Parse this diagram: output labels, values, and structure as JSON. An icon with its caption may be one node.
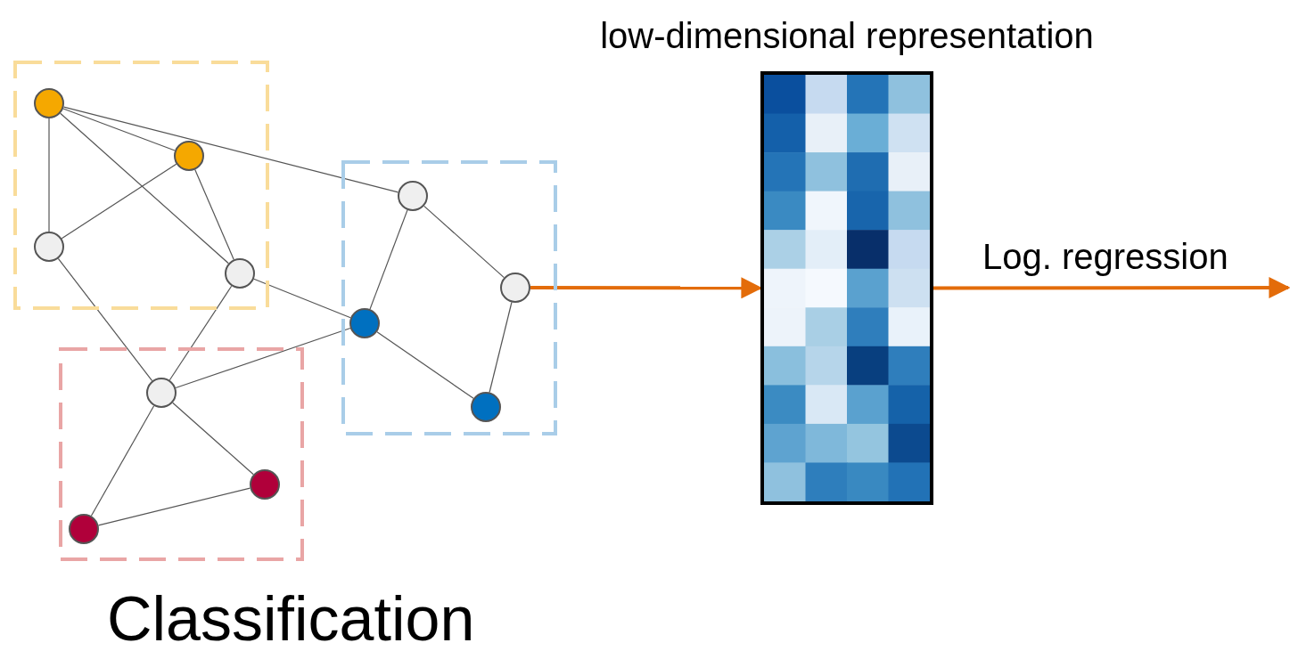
{
  "diagram": {
    "caption": "Classification",
    "nodes": [
      {
        "text": [],
        "shape": "box"
      },
      {
        "text": [],
        "shape": "circle",
        "in": 0
      },
      {
        "text": [],
        "shape": "circle",
        "in": 0
      },
      {
        "text": [],
        "shape": "circle",
        "in": 0
      },
      {
        "text": [],
        "shape": "circle",
        "in": 0
      },
      {
        "text": [],
        "shape": "box"
      },
      {
        "text": [],
        "shape": "circle",
        "in": 5
      },
      {
        "text": [],
        "shape": "circle",
        "in": 5
      },
      {
        "text": [],
        "shape": "circle",
        "in": 5
      },
      {
        "text": [],
        "shape": "circle",
        "in": 5
      },
      {
        "text": [],
        "shape": "box"
      },
      {
        "text": [],
        "shape": "circle",
        "in": 10
      },
      {
        "text": [],
        "shape": "circle",
        "in": 10
      },
      {
        "text": [],
        "shape": "circle",
        "in": 10
      },
      {
        "text": [
          "low-dimensional representation"
        ]
      }
    ],
    "edges": [
      {
        "from": 1,
        "to": 2,
        "arrow": "none"
      },
      {
        "from": 1,
        "to": 6,
        "arrow": "none"
      },
      {
        "from": 1,
        "to": 3,
        "arrow": "none"
      },
      {
        "from": 1,
        "to": 4,
        "arrow": "none"
      },
      {
        "from": 2,
        "to": 3,
        "arrow": "none"
      },
      {
        "from": 2,
        "to": 4,
        "arrow": "none"
      },
      {
        "from": 3,
        "to": 11,
        "arrow": "none"
      },
      {
        "from": 4,
        "to": 8,
        "arrow": "none"
      },
      {
        "from": 4,
        "to": 11,
        "arrow": "none"
      },
      {
        "from": 6,
        "to": 8,
        "arrow": "none"
      },
      {
        "from": 6,
        "to": 7,
        "arrow": "none"
      },
      {
        "from": 8,
        "to": 11,
        "arrow": "none"
      },
      {
        "from": 8,
        "to": 9,
        "arrow": "none"
      },
      {
        "from": 7,
        "to": 9,
        "arrow": "none"
      },
      {
        "from": 11,
        "to": 12,
        "arrow": "none"
      },
      {
        "from": 11,
        "to": 13,
        "arrow": "none"
      },
      {
        "from": 13,
        "to": 12,
        "arrow": "none"
      },
      {
        "from": 7,
        "to": 14,
        "arrow": "to",
        "style": "thick",
        "color": "#e36c0a"
      },
      {
        "from": 14,
        "to": null,
        "arrow": "to",
        "label": "Log. regression",
        "style": "thick",
        "color": "#e36c0a"
      }
    ]
  }
}
